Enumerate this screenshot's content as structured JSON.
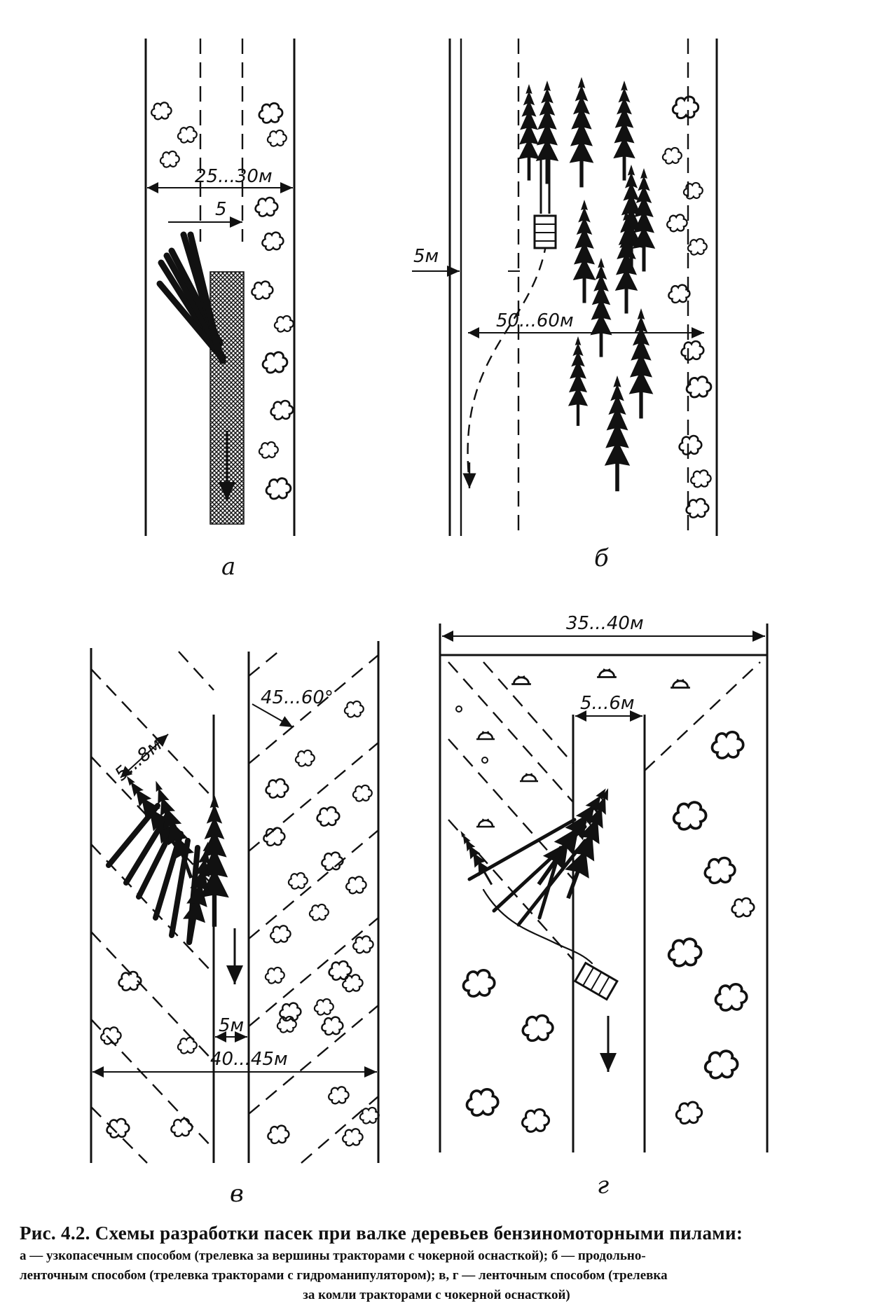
{
  "panels": {
    "a": {
      "letter": "а",
      "width_label": "25...30м",
      "strip_label": "5"
    },
    "b": {
      "letter": "б",
      "offset_label": "5м",
      "width_label": "50...60м"
    },
    "v": {
      "letter": "в",
      "band_label": "5...8м",
      "angle_label": "45...60°",
      "strip_label": "5м",
      "width_label": "40...45м"
    },
    "g": {
      "letter": "г",
      "width_label": "35...40м",
      "strip_label": "5...6м"
    }
  },
  "caption": {
    "title": "Рис. 4.2. Схемы разработки пасек при валке деревьев бензиномоторными пилами:",
    "line1": "а — узкопасечным способом (трелевка за вершины тракторами с чокерной оснасткой); б — продольно-",
    "line2": "ленточным способом (трелевка тракторами с гидроманипулятором); в, г — ленточным способом (трелевка",
    "line3": "за комли тракторами с чокерной оснасткой)"
  }
}
